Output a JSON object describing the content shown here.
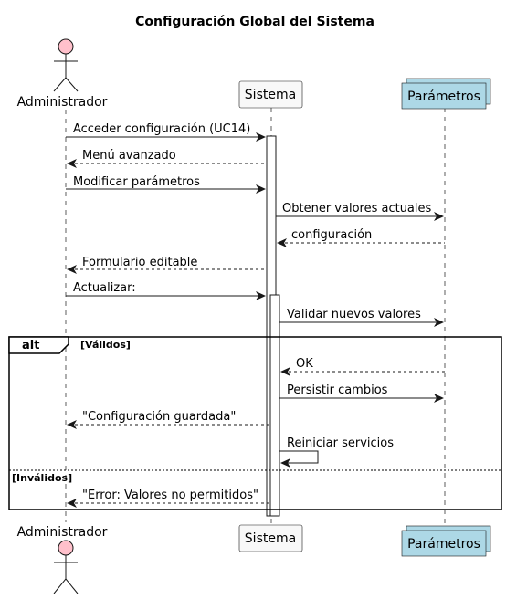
{
  "title": "Configuración Global del Sistema",
  "participants": {
    "admin": "Administrador",
    "system": "Sistema",
    "params": "Parámetros"
  },
  "colors": {
    "actor_fill": "#FFC0CB",
    "system_fill": "#F8F8F8",
    "params_fill": "#ADD8E6"
  },
  "messages": [
    {
      "from": "admin",
      "to": "system",
      "style": "solid",
      "text": "Acceder configuración (UC14)"
    },
    {
      "from": "system",
      "to": "admin",
      "style": "dashed",
      "text": "Menú avanzado"
    },
    {
      "from": "admin",
      "to": "system",
      "style": "solid",
      "text": "Modificar parámetros"
    },
    {
      "from": "system",
      "to": "params",
      "style": "solid",
      "text": "Obtener valores actuales"
    },
    {
      "from": "params",
      "to": "system",
      "style": "dashed",
      "text": "configuración"
    },
    {
      "from": "system",
      "to": "admin",
      "style": "dashed",
      "text": "Formulario editable"
    },
    {
      "from": "admin",
      "to": "system",
      "style": "solid",
      "text": "Actualizar:"
    },
    {
      "from": "system",
      "to": "params",
      "style": "solid",
      "text": "Validar nuevos valores"
    },
    {
      "from": "params",
      "to": "system",
      "style": "dashed",
      "text": "OK"
    },
    {
      "from": "system",
      "to": "params",
      "style": "solid",
      "text": "Persistir cambios"
    },
    {
      "from": "system",
      "to": "admin",
      "style": "dashed",
      "text": "\"Configuración guardada\""
    },
    {
      "from": "system",
      "to": "system",
      "style": "solid",
      "text": "Reiniciar servicios"
    },
    {
      "from": "system",
      "to": "admin",
      "style": "dashed",
      "text": "\"Error: Valores no permitidos\""
    }
  ],
  "fragment": {
    "keyword": "alt",
    "guard_1": "[Válidos]",
    "guard_2": "[Inválidos]"
  }
}
